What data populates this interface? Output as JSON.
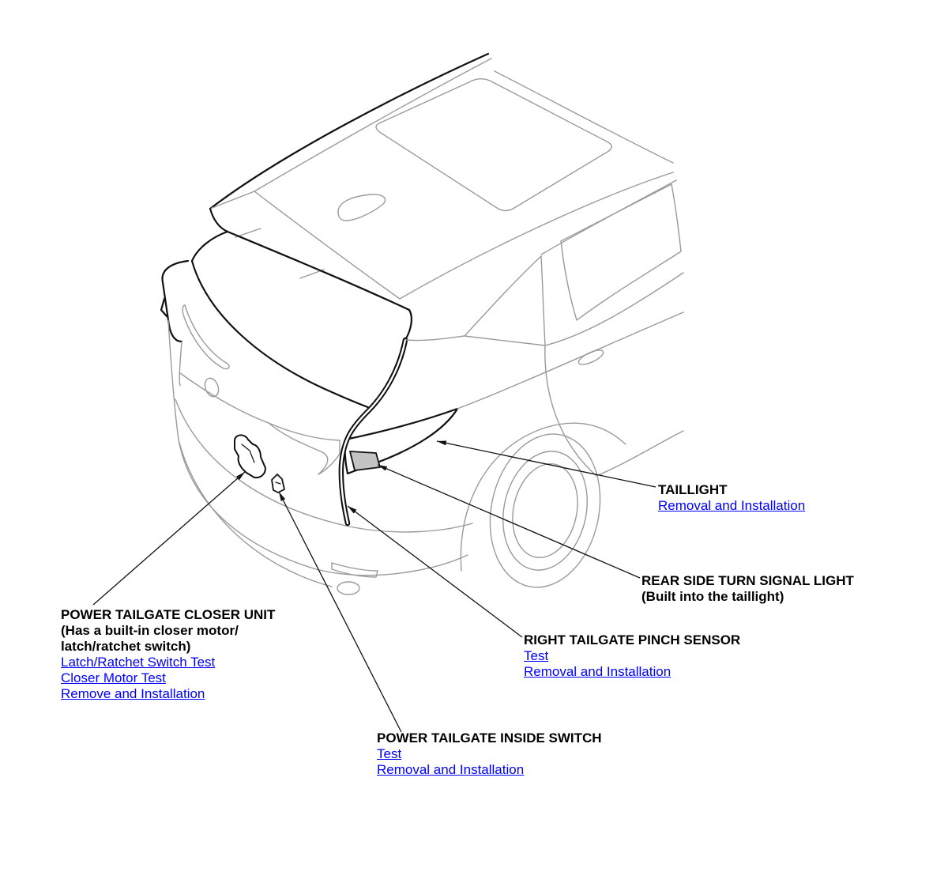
{
  "diagram": {
    "callouts": {
      "taillight": {
        "title": "TAILLIGHT",
        "links": [
          "Removal and Installation"
        ]
      },
      "rear_side_turn_signal_light": {
        "title": "REAR SIDE TURN SIGNAL LIGHT",
        "notes": [
          "(Built into the taillight)"
        ]
      },
      "right_tailgate_pinch_sensor": {
        "title": "RIGHT TAILGATE PINCH SENSOR",
        "links": [
          "Test",
          "Removal and Installation"
        ]
      },
      "power_tailgate_closer_unit": {
        "title": "POWER TAILGATE CLOSER UNIT",
        "notes": [
          "(Has a built-in closer motor/",
          "latch/ratchet switch)"
        ],
        "links": [
          "Latch/Ratchet Switch Test",
          "Closer Motor Test",
          "Remove and Installation"
        ]
      },
      "power_tailgate_inside_switch": {
        "title": "POWER TAILGATE INSIDE SWITCH",
        "links": [
          "Test",
          "Removal and Installation"
        ]
      }
    }
  },
  "colors": {
    "link": "#0000ff",
    "label_text": "#000000",
    "line_art": "#9a9a9a",
    "highlight": "#111111",
    "turn_signal_fill": "#c4c4c4"
  }
}
